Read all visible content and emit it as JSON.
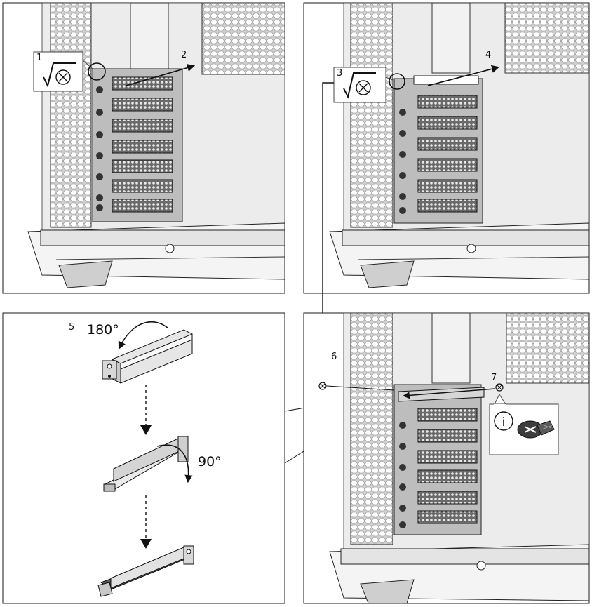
{
  "steps": {
    "s1": "1",
    "s2": "2",
    "s3": "3",
    "s4": "4",
    "s5": "5",
    "s6": "6",
    "s7": "7"
  },
  "rotation": {
    "first": "180°",
    "second": "90°"
  },
  "info_icon_letter": "i",
  "colors": {
    "line": "#1a1a1a",
    "panel_fill": "#e9e9e9",
    "mesh_fill": "#d0d0d0",
    "slot_fill": "#555555",
    "chassis": "#f3f3f3"
  },
  "icons": [
    "screwdriver-remove-icon",
    "arrow-icon",
    "info-icon",
    "screw-icon"
  ]
}
